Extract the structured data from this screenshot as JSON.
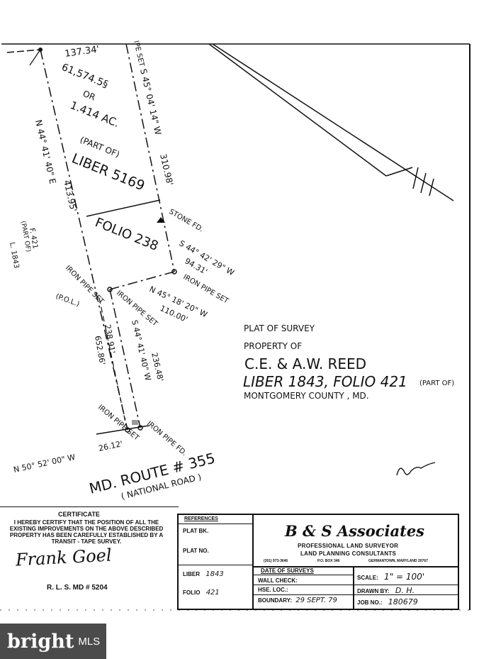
{
  "plat": {
    "top_dimension": "137.34'",
    "area": "61,574.5§",
    "area_or": "OR",
    "area_acres": "1.414 AC.",
    "part_of": "(PART OF)",
    "liber": "LIBER 5169",
    "folio": "FOLIO 238",
    "bearing_left": "N 44° 41' 40\" E",
    "dist_left": "413.95'",
    "bearing_right": "S 45° 04' 14\" W",
    "dist_right": "310.98'",
    "pipe_set_top": "IPE SET",
    "stone_fd": "STONE FD.",
    "bearing_stone": "S 44° 42' 29\" W",
    "dist_stone": "94.31'",
    "iron_pipe_set_right": "IRON PIPE SET",
    "bearing_mid": "N 45° 18' 20\" W",
    "dist_mid": "110.00'",
    "iron_pipe_set_left": "IRON PIPE SET",
    "pol": "(P.O.L.)",
    "iron_pipe_set_mid": "IRON PIPE SET",
    "bearing_lower": "S 44° 41' 40\" W",
    "dist_lower_a": "236.48'",
    "dist_lower_b": "238.91'",
    "dist_lower_c": "652.86'",
    "adjacent_part_of": "(PART OF)",
    "adjacent_liber": "L. 1843",
    "adjacent_folio": "F. 421",
    "iron_pipe_set_bottom": "IRON PIPE SET",
    "iron_pipe_fd": "IRON PIPE FD.",
    "bearing_bottom": "N 50° 52' 00\" W",
    "dist_bottom": "26.12'",
    "road": "MD. ROUTE # 355",
    "road_note": "( NATIONAL ROAD )",
    "title_1": "PLAT OF SURVEY",
    "title_2": "PROPERTY OF",
    "owner": "C.E. & A.W. REED",
    "owner_liber": "LIBER 1843, FOLIO 421",
    "owner_part": "(PART OF)",
    "county": "MONTGOMERY COUNTY , MD."
  },
  "certificate": {
    "heading": "CERTIFICATE",
    "text": "I HEREBY CERTIFY THAT THE POSITION OF ALL THE EXISTING IMPROVEMENTS ON THE ABOVE DESCRIBED PROPERTY HAS BEEN CAREFULLY ESTABLISHED BY A TRANSIT - TAPE SURVEY.",
    "signature": "Frank Goel",
    "reg": "R. L. S. MD # 5204"
  },
  "references": {
    "heading": "REFERENCES",
    "plat_bk": "PLAT BK.",
    "plat_no": "PLAT NO.",
    "liber_label": "LIBER",
    "liber_value": "1843",
    "folio_label": "FOLIO",
    "folio_value": "421"
  },
  "firm": {
    "name": "B & S Associates",
    "line1": "PROFESSIONAL LAND SURVEYOR",
    "line2": "LAND PLANNING CONSULTANTS",
    "phone": "(301) 973-3646",
    "po": "P.O. BOX 346",
    "city": "GERMANTOWN, MARYLAND 20767"
  },
  "details": {
    "date_label": "DATE OF SURVEYS",
    "wall_check": "WALL CHECK:",
    "hse_loc": "HSE. LOC.:",
    "boundary_label": "BOUNDARY:",
    "boundary_value": "29 SEPT. 79",
    "scale_label": "SCALE:",
    "scale_value": "1\" = 100'",
    "drawn_label": "DRAWN BY:",
    "drawn_value": "D. H.",
    "job_label": "JOB NO.:",
    "job_value": "180679"
  },
  "watermark": {
    "brand": "bright",
    "suffix": "MLS"
  }
}
